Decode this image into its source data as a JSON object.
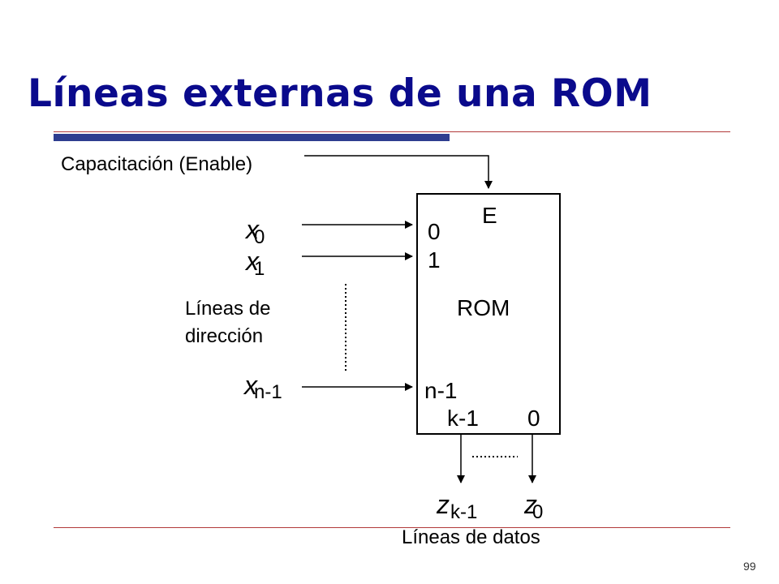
{
  "title": "Líneas externas de una ROM",
  "enable_label": "Capacitación (Enable)",
  "address_label": "Líneas de dirección",
  "data_label": "Líneas de datos",
  "rom": {
    "label": "ROM",
    "enable_pin": "E",
    "pin_0": "0",
    "pin_1": "1",
    "pin_n": "n-1",
    "out_k": "k-1",
    "out_0": "0"
  },
  "inputs": {
    "x0_var": "x",
    "x0_sub": "0",
    "x1_var": "x",
    "x1_sub": "1",
    "xn_var": "x",
    "xn_sub": "n-1"
  },
  "outputs": {
    "zk_var": "z",
    "zk_sub": "k-1",
    "z0_var": "z",
    "z0_sub": "0"
  },
  "page_number": "99",
  "colors": {
    "title": "#0a0a8c",
    "title_bar": "#2e3d8f",
    "rule": "#b23a3a"
  }
}
